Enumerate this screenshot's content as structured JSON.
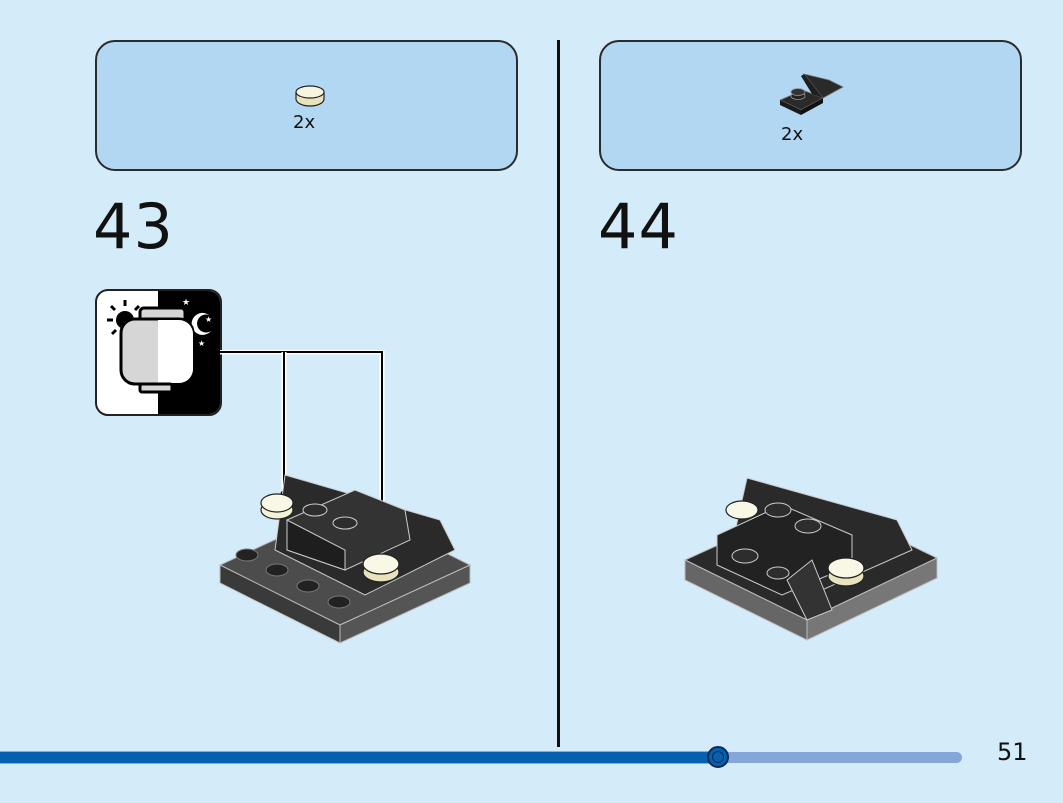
{
  "steps": [
    {
      "number": "43",
      "parts": [
        {
          "name": "round-tile-1x1-glow",
          "qty": "2x",
          "color": "#f3f1d6"
        }
      ],
      "callout": {
        "icon": "glow-in-the-dark-icon",
        "description": "Glow-in-the-dark element"
      }
    },
    {
      "number": "44",
      "parts": [
        {
          "name": "mudguard-plate-1x2-black",
          "qty": "2x",
          "color": "#2a2a2a"
        }
      ]
    }
  ],
  "footer": {
    "page_number": "51",
    "progress_percent": 74.6
  },
  "colors": {
    "background": "#d4ebfa",
    "parts_box": "#b2d7f3",
    "progress_done": "#0660b0",
    "progress_remaining": "#84a6d8",
    "glow_part": "#f3f1d6",
    "black_part": "#2a2a2a"
  }
}
